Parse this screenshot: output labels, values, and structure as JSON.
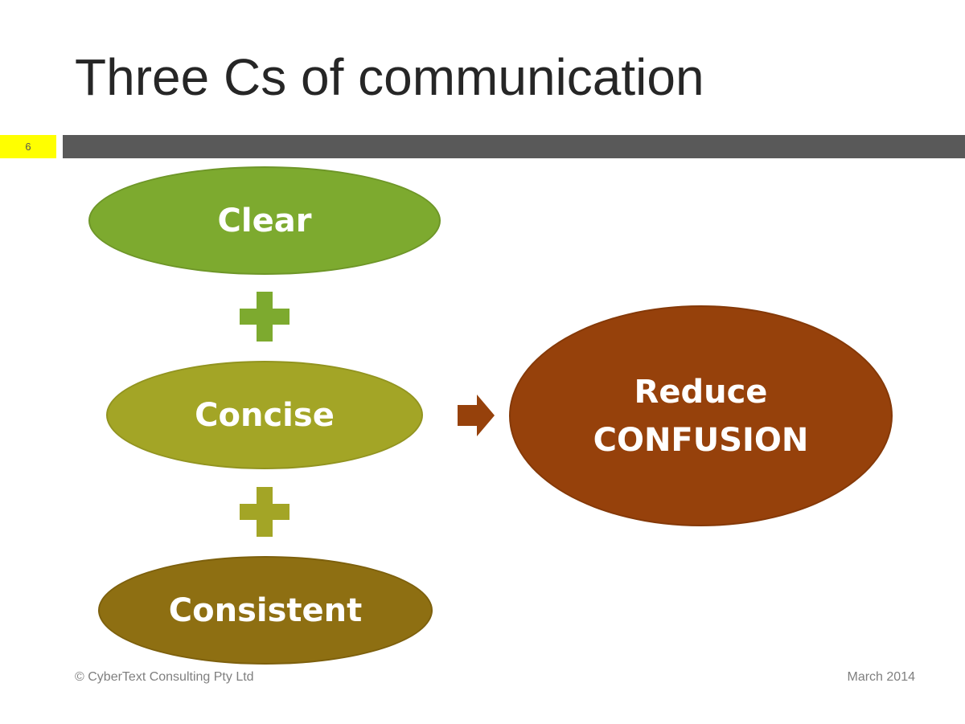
{
  "slide": {
    "title": "Three Cs of communication",
    "number": "6"
  },
  "diagram": {
    "inputs": [
      {
        "label": "Clear",
        "color": "#7daa2f"
      },
      {
        "label": "Concise",
        "color": "#a3a526"
      },
      {
        "label": "Consistent",
        "color": "#8e6f12"
      }
    ],
    "operators": [
      "+",
      "+"
    ],
    "result": {
      "line1": "Reduce",
      "line2": "CONFUSION",
      "color": "#96410b"
    },
    "arrow_color": "#96410b"
  },
  "footer": {
    "copyright": "© CyberText Consulting Pty Ltd",
    "date": "March 2014"
  },
  "colors": {
    "accent": "#ffff00",
    "rule": "#595959",
    "title": "#262626"
  }
}
